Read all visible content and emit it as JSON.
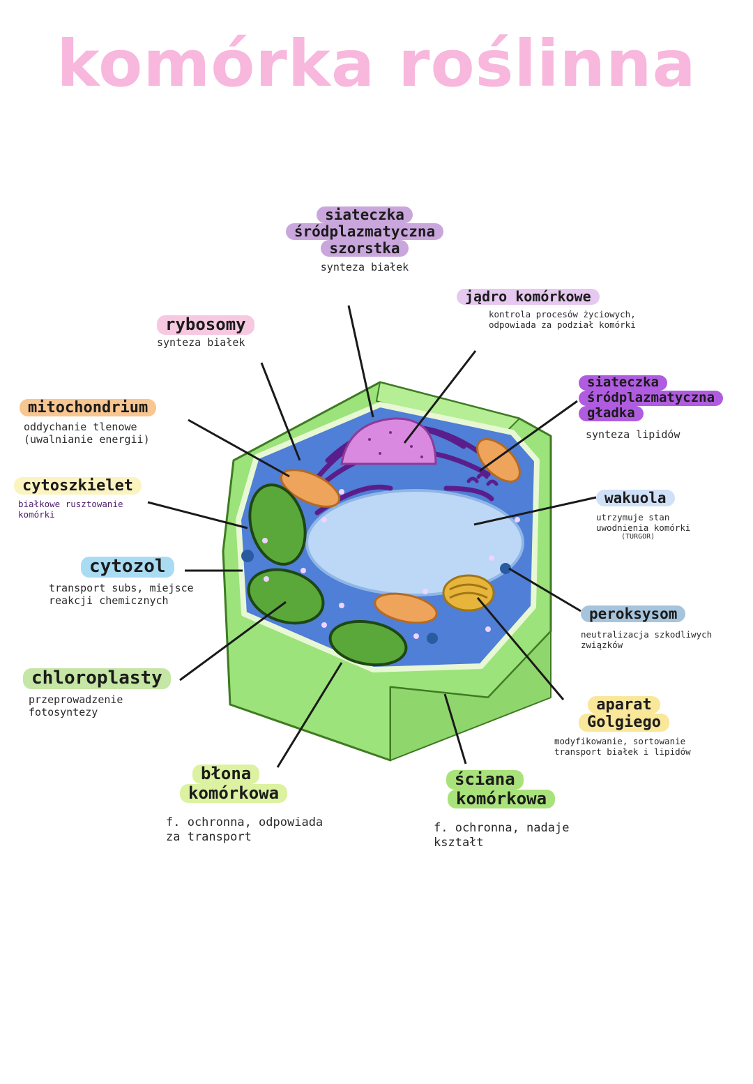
{
  "title": "komórka roślinna",
  "colors": {
    "title_pink": "#f8b7dc",
    "cell_wall": "#9be37a",
    "cytoplasm": "#4f7fd6",
    "vacuole": "#bcd8f6",
    "nucleus": "#d98ae0",
    "er": "#5a1e8c",
    "mitochondrion": "#eea45a",
    "chloroplast": "#5aa83a",
    "golgi": "#e7b53c"
  },
  "labels": {
    "rough_er": {
      "name": [
        "siateczka",
        "śródplazmatyczna",
        "szorstka"
      ],
      "desc": [
        "synteza białek"
      ],
      "color": "#c9a6dc"
    },
    "nucleus": {
      "name": [
        "jądro komórkowe"
      ],
      "desc": [
        "kontrola procesów życiowych,",
        "odpowiada za podział komórki"
      ],
      "color": "#e6c8f0"
    },
    "ribosomes": {
      "name": [
        "rybosomy"
      ],
      "desc": [
        "synteza białek"
      ],
      "color": "#f6c9e0"
    },
    "smooth_er": {
      "name": [
        "siateczka",
        "śródplazmatyczna",
        "gładka"
      ],
      "desc": [
        "synteza lipidów"
      ],
      "color": "#b05ce0"
    },
    "mitochondrion": {
      "name": [
        "mitochondrium"
      ],
      "desc": [
        "oddychanie tlenowe",
        "(uwalnianie energii)"
      ],
      "color": "#f7c691"
    },
    "cytoskeleton": {
      "name": [
        "cytoszkielet"
      ],
      "desc": [
        "białkowe rusztowanie",
        "komórki"
      ],
      "color": "#fbf3c0"
    },
    "vacuole": {
      "name": [
        "wakuola"
      ],
      "desc": [
        "utrzymuje stan",
        "uwodnienia komórki",
        "(TURGOR)"
      ],
      "color": "#cfe0f7"
    },
    "cytosol": {
      "name": [
        "cytozol"
      ],
      "desc": [
        "transport subs, miejsce",
        "reakcji chemicznych"
      ],
      "color": "#a9dcf2"
    },
    "peroxisome": {
      "name": [
        "peroksysom"
      ],
      "desc": [
        "neutralizacja szkodliwych",
        "związków"
      ],
      "color": "#a7c4dd"
    },
    "chloroplasts": {
      "name": [
        "chloroplasty"
      ],
      "desc": [
        "przeprowadzenie",
        "fotosyntezy"
      ],
      "color": "#c5e6a4"
    },
    "golgi": {
      "name": [
        "aparat",
        "Golgiego"
      ],
      "desc": [
        "modyfikowanie, sortowanie",
        "transport białek i lipidów"
      ],
      "color": "#f9e79a"
    },
    "cell_membrane": {
      "name": [
        "błona",
        "komórkowa"
      ],
      "desc": [
        "f. ochronna, odpowiada",
        "za transport"
      ],
      "color": "#dcf2a0"
    },
    "cell_wall": {
      "name": [
        "ściana",
        "komórkowa"
      ],
      "desc": [
        "f. ochronna, nadaje",
        "kształt"
      ],
      "color": "#a9e27a"
    }
  }
}
